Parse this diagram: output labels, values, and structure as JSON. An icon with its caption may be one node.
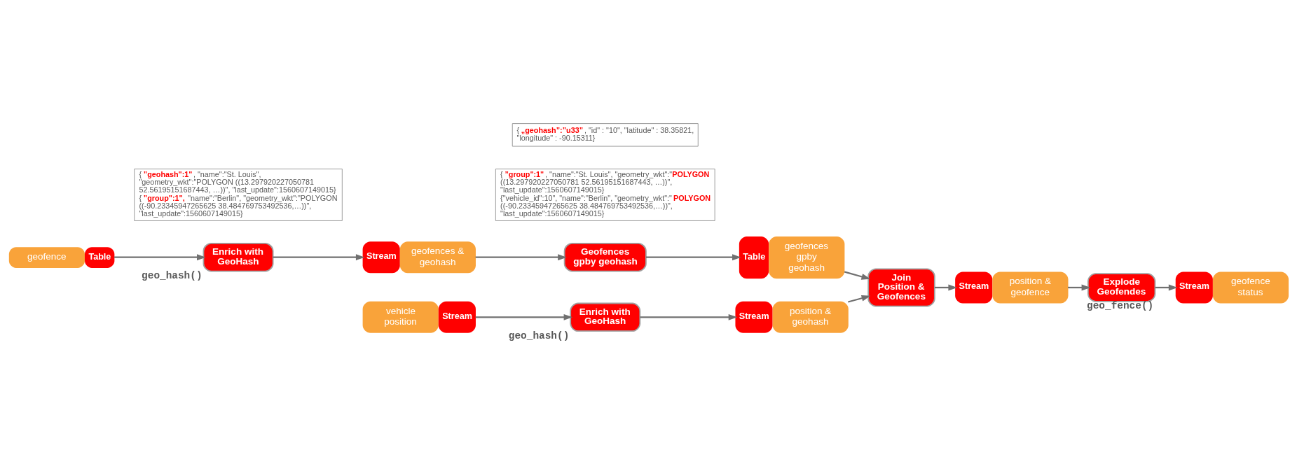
{
  "diagram": {
    "nodes": [
      {
        "text": [
          "geofence",
          "Table"
        ]
      },
      {
        "text": [
          "Enrich with GeoHash"
        ],
        "beside": [
          "geo_hash()"
        ]
      },
      {
        "text": [
          "Stream",
          "geofences & geohash"
        ]
      },
      {
        "text": [
          "Geofences gpby geohash"
        ]
      },
      {
        "text": [
          "Table",
          "geofences gpby geohash"
        ]
      },
      {
        "text": [
          "Join Position & Geofences"
        ]
      },
      {
        "text": [
          "Stream",
          "position & geofence"
        ]
      },
      {
        "text": [
          "Explode Geofendes"
        ],
        "beside": [
          "geo_fence()"
        ]
      },
      {
        "text": [
          "Stream",
          "geofence status"
        ]
      },
      {
        "text": [
          "vehicle position",
          "Stream"
        ]
      },
      {
        "text": [
          "Enrich with GeoHash"
        ],
        "beside": [
          "geo_hash()"
        ]
      },
      {
        "text": [
          "Stream",
          "position & geohash"
        ]
      },
      {
        "text": [
          "{ **”geohash\":1\"**, \"name\":\"St. Louis\", \"geometry_wkt\":\"POLYGON ((13.297920227050781 52.56195151687443, …))\", \"last_update\":1560607149015}",
          "{ **”group\":1\",** \"name\":\"Berlin\", \"geometry_wkt\":\"POLYGON ((-90.23345947265625 38.484769753492536,…))\", \"last_update\":1560607149015}"
        ]
      },
      {
        "text": [
          "{ **”group\":1\"**, \"name\":\"St. Louis\", \"geometry_wkt\":\"**POLYGON** ((13.297920227050781 52.56195151687443, …))\", \"last_update\":1560607149015}",
          "{\"vehicle_id\":10\", \"name\":\"Berlin\", \"geometry_wkt\":\"**POLYGON** ((-90.23345947265625 38.484769753492536,…))\", \"last_update\":1560607149015}"
        ]
      },
      {
        "text": [
          "{ **„geohash”:”u33”**, \"id\" : \"10\", \"latitude\" : 38.35821, \"longitude\" : -90.15311}"
        ]
      }
    ],
    "edges": [
      {
        "from": 0,
        "to": 1,
        "arrow": "to"
      },
      {
        "from": 1,
        "to": 2,
        "arrow": "to"
      },
      {
        "from": 2,
        "to": 3,
        "arrow": "to"
      },
      {
        "from": 3,
        "to": 4,
        "arrow": "to"
      },
      {
        "from": 4,
        "to": 5,
        "arrow": "to"
      },
      {
        "from": 5,
        "to": 6,
        "arrow": "to"
      },
      {
        "from": 6,
        "to": 7,
        "arrow": "to"
      },
      {
        "from": 7,
        "to": 8,
        "arrow": "to"
      },
      {
        "from": 9,
        "to": 10,
        "arrow": "to"
      },
      {
        "from": 10,
        "to": 11,
        "arrow": "to"
      },
      {
        "from": 11,
        "to": 5,
        "arrow": "to"
      }
    ]
  }
}
